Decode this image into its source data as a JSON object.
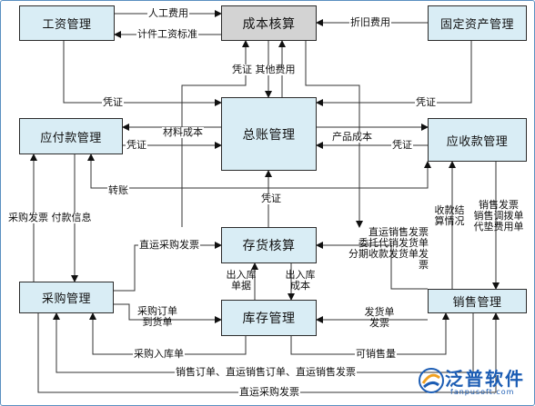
{
  "nodes": {
    "salary": "工资管理",
    "cost": "成本核算",
    "fixed_assets": "固定资产管理",
    "payable": "应付款管理",
    "ledger": "总账管理",
    "receivable": "应收款管理",
    "inventory_acct": "存货核算",
    "purchase": "采购管理",
    "stock": "库存管理",
    "sales": "销售管理"
  },
  "labels": {
    "labor_cost": "人工费用",
    "piece_rate": "计件工资标准",
    "depreciation": "折旧费用",
    "voucher_other": "凭证 其他费用",
    "voucher_salary": "凭证",
    "voucher_fixed": "凭证",
    "material_cost": "材料成本",
    "product_cost": "产品成本",
    "voucher_payable": "凭证",
    "voucher_receivable": "凭证",
    "transfer": "转账",
    "voucher_inventory": "凭证",
    "purchase_invoice_payment": "采购发票 付款信息",
    "collection_settlement": "收款结算情况",
    "sales_invoice_group": "销售发票销售调拨单代垫费用单",
    "direct_purchase_invoice": "直运采购发票",
    "sales_invoice_group2": "直运销售发票委托代销发货单分期收款发货单发票",
    "io_docs": "出入库单据",
    "io_cost": "出入库成本",
    "po_receipt": "采购订单到货单",
    "delivery_invoice": "发货单发票",
    "po_warehouse_in": "采购入库单",
    "sellable_qty": "可销售量",
    "sales_orders": "销售订单、直运销售订单、直运销售发票",
    "direct_purchase_invoice2": "直运采购发票"
  },
  "label_lines": {
    "collection_settlement": [
      "收款结",
      "算情况"
    ],
    "sales_invoice_group": [
      "销售发票",
      "销售调拨单",
      "代垫费用单"
    ],
    "sales_invoice_group2": [
      "直运销售发票",
      "委托代销发货单",
      "分期收款发货单发票"
    ],
    "io_docs": [
      "出入库",
      "单据"
    ],
    "io_cost": [
      "出入库",
      "成本"
    ],
    "po_receipt": [
      "采购订单",
      "到货单"
    ],
    "delivery_invoice": [
      "发货单",
      "发票"
    ]
  },
  "logo": {
    "name": "泛普软件",
    "domain": "fanpusoft.com"
  },
  "colors": {
    "node_fill": "#d9edf5",
    "center_fill": "#d3d3d3",
    "border": "#2b2b2b",
    "logo_blue": "#1c5db4"
  }
}
